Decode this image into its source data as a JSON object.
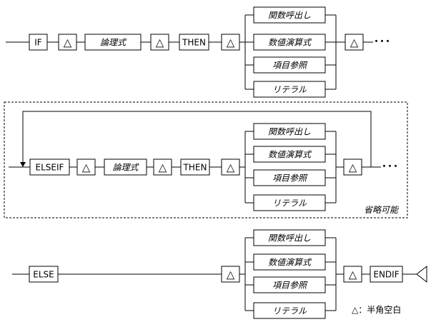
{
  "keywords": {
    "if": "IF",
    "then": "THEN",
    "elseif": "ELSEIF",
    "else": "ELSE",
    "endif": "ENDIF"
  },
  "space_symbol": "△",
  "logical_expression": "論理式",
  "expression_choices": [
    "関数呼出し",
    "数値演算式",
    "項目参照",
    "リテラル"
  ],
  "continuation": "･･･",
  "optional_label": "省略可能",
  "legend": "△：半角空白"
}
